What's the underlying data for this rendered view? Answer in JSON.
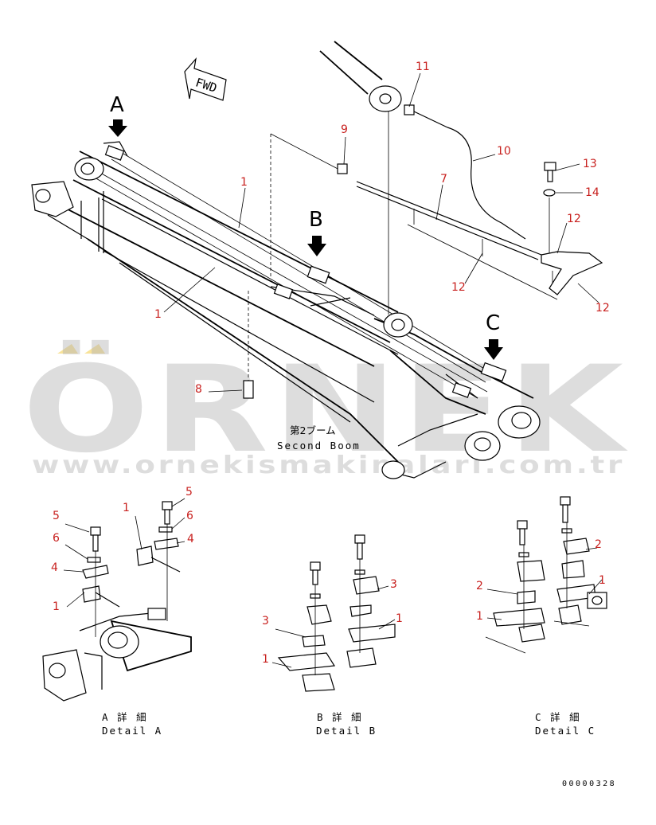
{
  "drawing": {
    "fwd_label": "FWD",
    "view_letters": [
      "A",
      "B",
      "C"
    ],
    "main_caption": {
      "jp": "第2ブーム",
      "en": "Second Boom"
    },
    "main_callouts": [
      "1",
      "1",
      "7",
      "8",
      "9",
      "10",
      "11",
      "12",
      "12",
      "12",
      "13",
      "14"
    ],
    "details": [
      {
        "id": "A",
        "caption_jp": "A 詳 細",
        "caption_en": "Detail A",
        "callouts": [
          "1",
          "1",
          "4",
          "4",
          "5",
          "5",
          "6",
          "6"
        ]
      },
      {
        "id": "B",
        "caption_jp": "B 詳 細",
        "caption_en": "Detail B",
        "callouts": [
          "1",
          "1",
          "3",
          "3"
        ]
      },
      {
        "id": "C",
        "caption_jp": "C 詳 細",
        "caption_en": "Detail C",
        "callouts": [
          "1",
          "1",
          "2",
          "2"
        ]
      }
    ],
    "drawing_number": "00000328"
  },
  "watermark": {
    "brand": "ÖRNEK",
    "url": "www.ornekismakinalari.com.tr",
    "accent_color": "#f5d76e",
    "text_color": "#b4b4b4"
  }
}
